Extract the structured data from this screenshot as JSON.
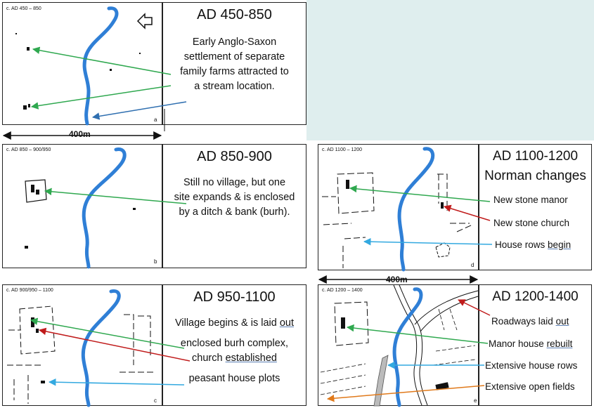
{
  "panels": [
    {
      "map_label": "c. AD 450 – 850",
      "corner": "a",
      "title": "AD 450-850",
      "desc": [
        "Early Anglo-Saxon",
        "settlement of separate",
        "family farms attracted to",
        "a stream location."
      ]
    },
    {
      "map_label": "c. AD 850 – 900/950",
      "corner": "b",
      "title": "AD 850-900",
      "desc": [
        "Still no village, but one",
        "site expands & is enclosed",
        "by a ditch & bank (burh)."
      ]
    },
    {
      "map_label": "c. AD 900/950 – 1100",
      "corner": "c",
      "title": "AD 950-1100",
      "desc": [
        "Village begins & is laid",
        "out",
        "enclosed burh complex,",
        "church",
        "established",
        "peasant house plots"
      ]
    },
    {
      "map_label": "c. AD 1100 – 1200",
      "corner": "d",
      "title": "AD 1100-1200",
      "subtitle": "Norman changes",
      "labels": [
        "New stone manor",
        "New stone church",
        "House rows",
        "begin"
      ]
    },
    {
      "map_label": "c. AD 1200 – 1400",
      "corner": "e",
      "title": "AD 1200-1400",
      "labels": [
        "Roadways laid",
        "out",
        "Manor house",
        "rebuilt",
        "Extensive house rows",
        "Extensive open fields"
      ]
    }
  ],
  "scale_labels": [
    "400m",
    "400m"
  ],
  "colors": {
    "stream": "#2f7fd6",
    "green": "#2fa84f",
    "red": "#c01b1b",
    "cyan": "#33a9e0",
    "orange": "#e0791a",
    "blue": "#2f6fb0",
    "tint": "#dfeeee"
  },
  "icons": [
    "north-arrow-icon"
  ]
}
